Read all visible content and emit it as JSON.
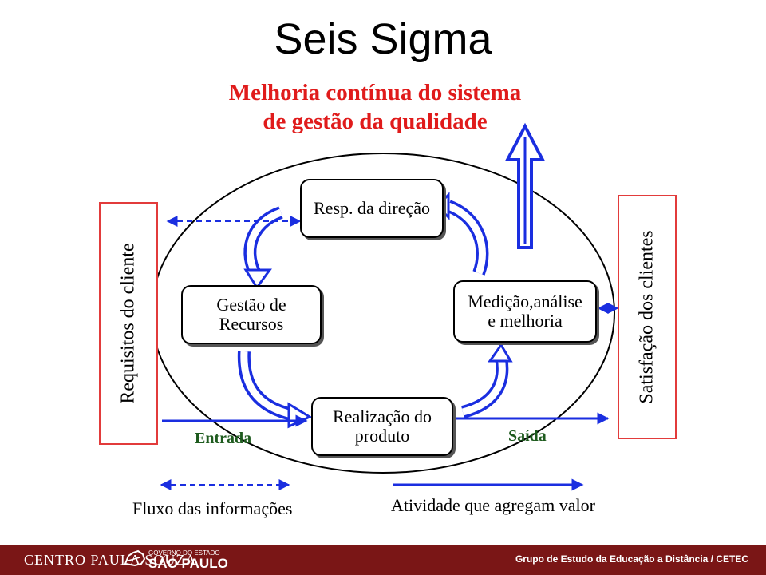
{
  "slide": {
    "title": "Seis Sigma",
    "subtitle_line1": "Melhoria contínua do sistema",
    "subtitle_line2": "de gestão da qualidade"
  },
  "diagram": {
    "left_box": "Requisitos do cliente",
    "right_box": "Satisfação dos clientes",
    "nodes": {
      "top": "Resp. da direção",
      "left": "Gestão de\nRecursos",
      "right": "Medição,análise\ne melhoria",
      "bottom": "Realização do\nproduto"
    },
    "input_label": "Entrada",
    "output_label": "Saída"
  },
  "legend": {
    "info_flow": "Fluxo das informações",
    "value_activity": "Atividade que agregam valor"
  },
  "footer": {
    "left": "CENTRO PAULA SOUZA",
    "gov_small": "GOVERNO DO ESTADO",
    "gov_big": "SÃO PAULO",
    "right": "Grupo de Estudo da Educação a Distância / CETEC"
  },
  "colors": {
    "arrow_blue": "#1a2ee0",
    "accent_red": "#e01b1b",
    "footer_bg": "#7a1616",
    "label_green": "#1e5b1e"
  }
}
